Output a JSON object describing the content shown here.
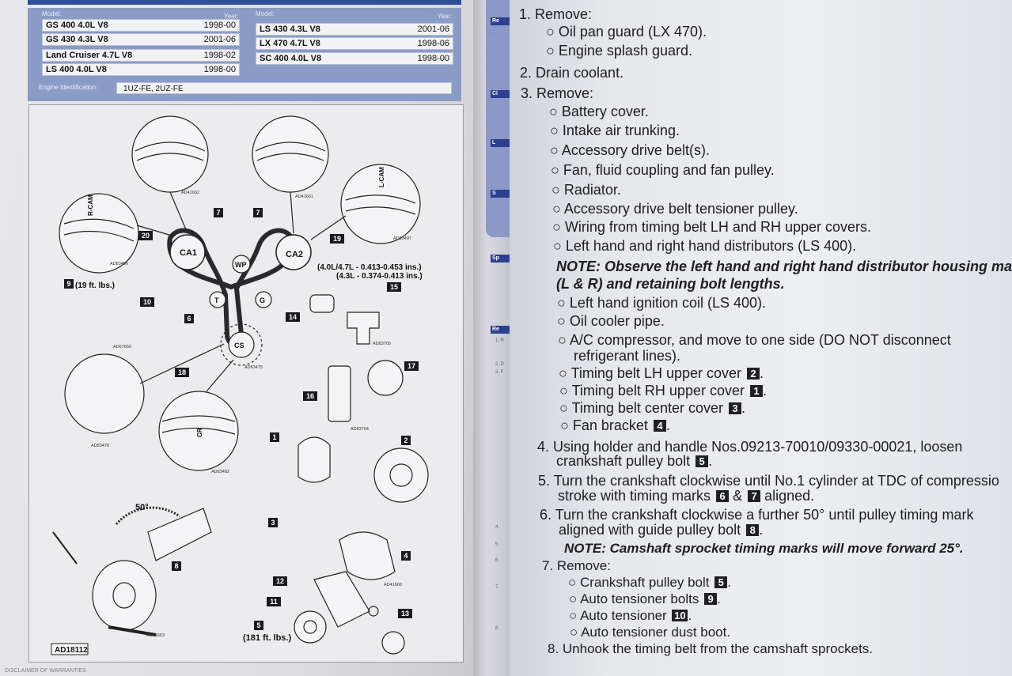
{
  "vehicle_table": {
    "model_header": "Model:",
    "year_header": "Year:",
    "left_column": [
      {
        "model": "GS 400 4.0L V8",
        "year": "1998-00"
      },
      {
        "model": "GS 430 4.3L V8",
        "year": "2001-06"
      },
      {
        "model": "Land Cruiser 4.7L V8",
        "year": "1998-02"
      },
      {
        "model": "LS 400 4.0L V8",
        "year": "1998-00"
      }
    ],
    "right_column": [
      {
        "model": "LS 430 4.3L V8",
        "year": "2001-06"
      },
      {
        "model": "LX 470 4.7L V8",
        "year": "1998-06"
      },
      {
        "model": "SC 400 4.0L V8",
        "year": "1998-00"
      }
    ],
    "engine_label": "Engine Identification:",
    "engine_value": "1UZ-FE, 2UZ-FE"
  },
  "diagram": {
    "spec_line_1": "(4.0L/4.7L - 0.413-0.453 ins.)",
    "spec_line_2": "(4.3L - 0.374-0.413 ins.)",
    "torque_9": "(19 ft. lbs.)",
    "torque_5": "(181 ft. lbs.)",
    "angle": "50°",
    "figure_id": "AD18112",
    "labels": {
      "ca1": "CA1",
      "ca2": "CA2",
      "wp": "WP",
      "t": "T",
      "g": "G",
      "cs": "CS",
      "r_cam": "R-CAM",
      "l_cam": "L-CAM",
      "cr": "CR"
    },
    "refs": [
      "AD41662",
      "AD41661",
      "AD83496",
      "AD83497",
      "AD67650",
      "AD83705",
      "AD83475",
      "AD83478",
      "AD83482",
      "AD83704",
      "AD41660",
      "AD41663"
    ],
    "callouts": [
      "1",
      "2",
      "3",
      "4",
      "5",
      "6",
      "7",
      "7",
      "8",
      "9",
      "10",
      "11",
      "12",
      "13",
      "14",
      "15",
      "16",
      "17",
      "18",
      "19",
      "20"
    ]
  },
  "footer": "DISCLAIMER OF WARRANTIES",
  "gutter": {
    "tabs": [
      "Re",
      "Cl",
      "L",
      "S",
      "Sp",
      "Re"
    ],
    "numbers": [
      "1. R",
      "2. D",
      "3. F",
      "4.",
      "5.",
      "6.",
      "7.",
      "8."
    ]
  },
  "instructions": {
    "s1": "1. Remove:",
    "s1a": "Oil pan guard (LX 470).",
    "s1b": "Engine splash guard.",
    "s2": "2. Drain coolant.",
    "s3": "3. Remove:",
    "s3a": "Battery cover.",
    "s3b": "Intake air trunking.",
    "s3c": "Accessory drive belt(s).",
    "s3d": "Fan, fluid coupling and fan pulley.",
    "s3e": "Radiator.",
    "s3f": "Accessory drive belt tensioner pulley.",
    "s3g": "Wiring from timing belt LH and RH upper covers.",
    "s3h": "Left hand and right hand distributors (LS 400).",
    "note1a": "NOTE: Observe the left hand and right hand distributor housing mar",
    "note1b": "(L & R) and retaining bolt lengths.",
    "s3i": "Left hand ignition coil (LS 400).",
    "s3j": "Oil cooler pipe.",
    "s3k": "A/C compressor, and move to one side (DO NOT disconnect",
    "s3k2": "refrigerant lines).",
    "s3l": "Timing belt LH upper cover",
    "s3l_b": "2",
    "s3m": "Timing belt RH upper cover",
    "s3m_b": "1",
    "s3n": "Timing belt center cover",
    "s3n_b": "3",
    "s3o": "Fan bracket",
    "s3o_b": "4",
    "s4a": "4. Using holder and handle Nos.09213-70010/09330-00021, loosen",
    "s4b": "crankshaft pulley bolt",
    "s4_b": "5",
    "s5a": "5. Turn the crankshaft clockwise until No.1 cylinder at TDC of compressio",
    "s5b1": "stroke with timing marks",
    "s5_b1": "6",
    "s5b2": "&",
    "s5_b2": "7",
    "s5b3": "aligned.",
    "s6a": "6. Turn the crankshaft clockwise a further 50° until pulley timing mark",
    "s6b": "aligned with guide pulley bolt",
    "s6_b": "8",
    "note2": "NOTE: Camshaft sprocket timing marks will move forward 25°.",
    "s7": "7. Remove:",
    "s7a": "Crankshaft pulley bolt",
    "s7a_b": "5",
    "s7b": "Auto tensioner bolts",
    "s7b_b": "9",
    "s7c": "Auto tensioner",
    "s7c_b": "10",
    "s7d": "Auto tensioner dust boot.",
    "s8": "8. Unhook the timing belt from the camshaft sprockets."
  }
}
